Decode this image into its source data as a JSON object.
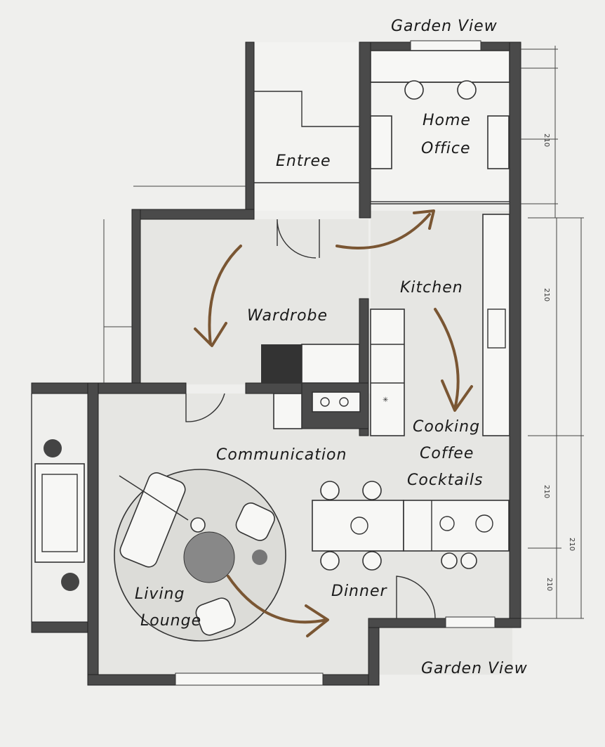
{
  "title": "Apartment floor plan sketch",
  "rooms": {
    "garden_view_top": "Garden View",
    "home_office_1": "Home",
    "home_office_2": "Office",
    "entree": "Entree",
    "kitchen": "Kitchen",
    "wardrobe": "Wardrobe",
    "cooking": "Cooking",
    "coffee": "Coffee",
    "cocktails": "Cocktails",
    "communication": "Communication",
    "dinner": "Dinner",
    "living": "Living",
    "lounge": "Lounge",
    "garden_view_bottom": "Garden View"
  },
  "dimensions": [
    "210",
    "210",
    "210",
    "210",
    "210"
  ],
  "colors": {
    "wall": "#4a4a4a",
    "arrow": "#7a5633",
    "paper": "#efefed"
  }
}
